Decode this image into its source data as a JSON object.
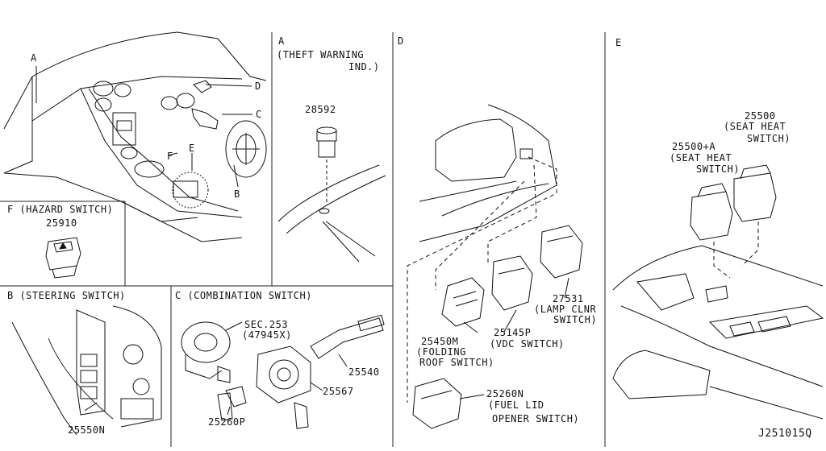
{
  "panels": {
    "overview": {
      "callouts": [
        "A",
        "B",
        "C",
        "D",
        "E",
        "F"
      ]
    },
    "A": {
      "letter": "A",
      "title_line1": "(THEFT WARNING",
      "title_line2": "IND.)",
      "part": "28592"
    },
    "D": {
      "letter": "D",
      "parts": [
        {
          "no": "25450M",
          "desc": [
            "(FOLDING",
            "ROOF SWITCH)"
          ]
        },
        {
          "no": "25145P",
          "desc": [
            "(VDC SWITCH)"
          ]
        },
        {
          "no": "27531",
          "desc": [
            "(LAMP CLNR",
            "SWITCH)"
          ]
        },
        {
          "no": "25260N",
          "desc": [
            "(FUEL LID",
            "OPENER SWITCH)"
          ]
        }
      ]
    },
    "E": {
      "letter": "E",
      "parts": [
        {
          "no": "25500",
          "desc": [
            "(SEAT HEAT",
            "SWITCH)"
          ]
        },
        {
          "no": "25500+A",
          "desc": [
            "(SEAT HEAT",
            "SWITCH)"
          ]
        }
      ]
    },
    "F": {
      "title": "F (HAZARD SWITCH)",
      "part": "25910"
    },
    "B": {
      "title": "B (STEERING SWITCH)",
      "part": "25550N"
    },
    "C": {
      "title": "C (COMBINATION SWITCH)",
      "sec_line1": "SEC.253",
      "sec_line2": "(47945X)",
      "parts": [
        "25540",
        "25567",
        "25260P"
      ]
    }
  },
  "diagram_code": "J251015Q"
}
